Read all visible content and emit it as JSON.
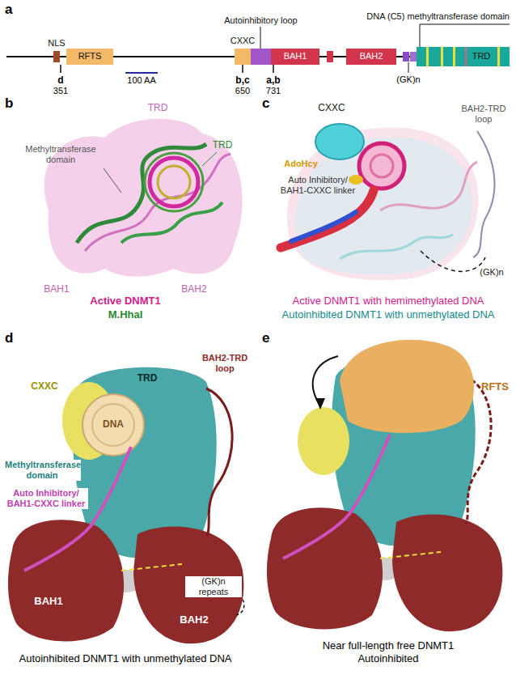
{
  "diagram": {
    "nodes": [
      {
        "text": [
          "NLS"
        ]
      },
      {
        "text": [
          "RFTS"
        ]
      },
      {
        "text": [
          "CXXC"
        ]
      },
      {
        "text": [
          "Autoinhibitory loop"
        ]
      },
      {
        "text": [
          "BAH1"
        ]
      },
      {
        "text": [
          "BAH2"
        ]
      },
      {
        "text": [
          "DNA (C5) methyltransferase domain"
        ]
      },
      {
        "text": [
          "TRD"
        ],
        "in": 6
      }
    ],
    "labels": [
      "a",
      "100 AA",
      "d",
      "351",
      "b,c",
      "650",
      "a,b",
      "731",
      "(GK)n",
      "b",
      "TRD",
      "TRD",
      "Methyltransferase domain",
      "BAH1",
      "BAH2",
      "Active DNMT1",
      "M.HhaI",
      "c",
      "CXXC",
      "BAH2-TRD loop",
      "AdoHcy",
      "Auto Inhibitory/ BAH1-CXXC linker",
      "(GK)n",
      "Active DNMT1 with hemimethylated DNA",
      "Autoinhibited DNMT1 with unmethylated DNA",
      "d",
      "CXXC",
      "TRD",
      "DNA",
      "BAH2-TRD loop",
      "Methyltransferase domain",
      "Auto Inhibitory/ BAH1-CXXC linker",
      "(GK)n repeats",
      "BAH1",
      "BAH2",
      "Autoinhibited DNMT1 with unmethylated DNA",
      "e",
      "RFTS",
      "Near full-length free DNMT1 Autoinhibited"
    ]
  }
}
